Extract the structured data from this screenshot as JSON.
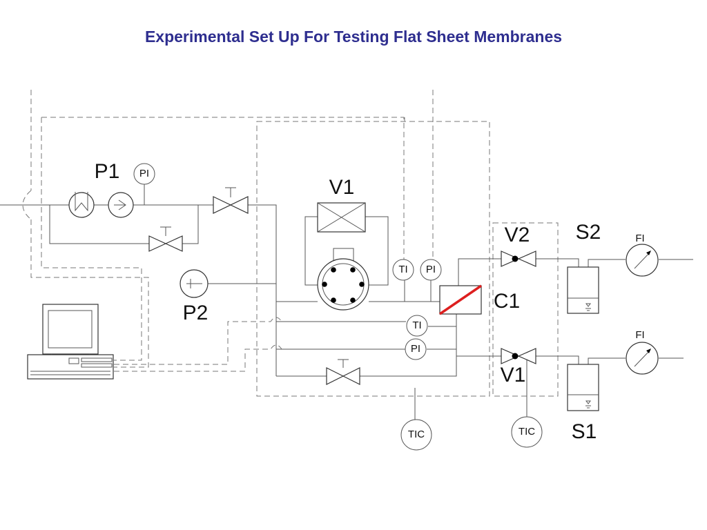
{
  "title": "Experimental Set Up For Testing Flat Sheet Membranes",
  "colors": {
    "title": "#2e2e8f",
    "membrane": "#dd1f1f",
    "line": "#555555",
    "dashed": "#777777"
  },
  "labels": {
    "p1": "P1",
    "p2": "P2",
    "v1_top": "V1",
    "v1_bottom": "V1",
    "v2": "V2",
    "c1": "C1",
    "s1": "S1",
    "s2": "S2"
  },
  "instruments": {
    "pi_p1": "PI",
    "ti_top": "TI",
    "pi_top": "PI",
    "ti_mid": "TI",
    "pi_mid": "PI",
    "fi_top": "FI",
    "fi_bottom": "FI",
    "tic_left": "TIC",
    "tic_right": "TIC"
  }
}
